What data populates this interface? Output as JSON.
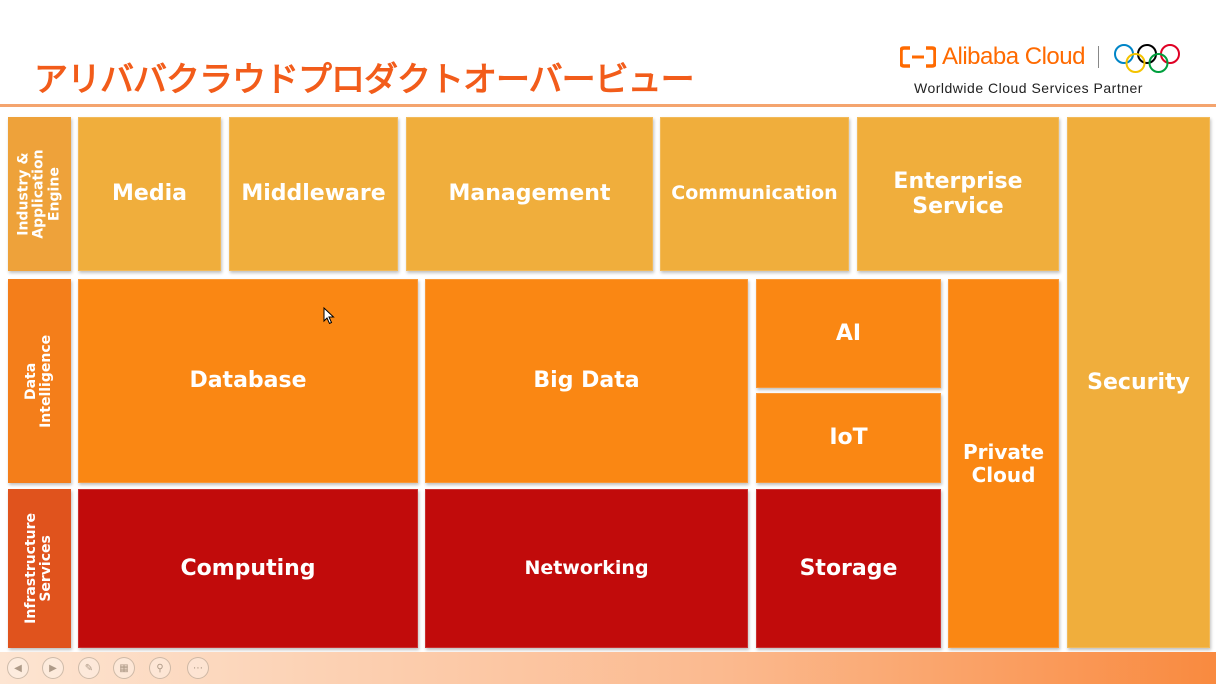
{
  "header": {
    "title": "アリババクラウドプロダクトオーバービュー"
  },
  "logo": {
    "brand": "Alibaba Cloud",
    "tagline": "Worldwide Cloud Services Partner"
  },
  "side_labels": {
    "industry": "Industry &\nApplication\nEngine",
    "data": "Data\nIntelligence",
    "infra": "Infrastructure\nServices"
  },
  "blocks": {
    "media": "Media",
    "middleware": "Middleware",
    "management": "Management",
    "communication": "Communication",
    "enterprise": "Enterprise\nService",
    "security": "Security",
    "database": "Database",
    "big_data": "Big Data",
    "ai": "AI",
    "iot": "IoT",
    "private_cloud": "Private\nCloud",
    "computing": "Computing",
    "networking": "Networking",
    "storage": "Storage"
  },
  "colors": {
    "title": "#f25c1a",
    "yellow": "#f0ae3c",
    "orange": "#fa8713",
    "red": "#c10b0b",
    "brand": "#ff6a00"
  },
  "controls": [
    {
      "icon": "prev-icon"
    },
    {
      "icon": "next-icon"
    },
    {
      "icon": "pen-icon"
    },
    {
      "icon": "slides-grid-icon"
    },
    {
      "icon": "zoom-icon"
    },
    {
      "icon": "more-options-icon"
    }
  ]
}
